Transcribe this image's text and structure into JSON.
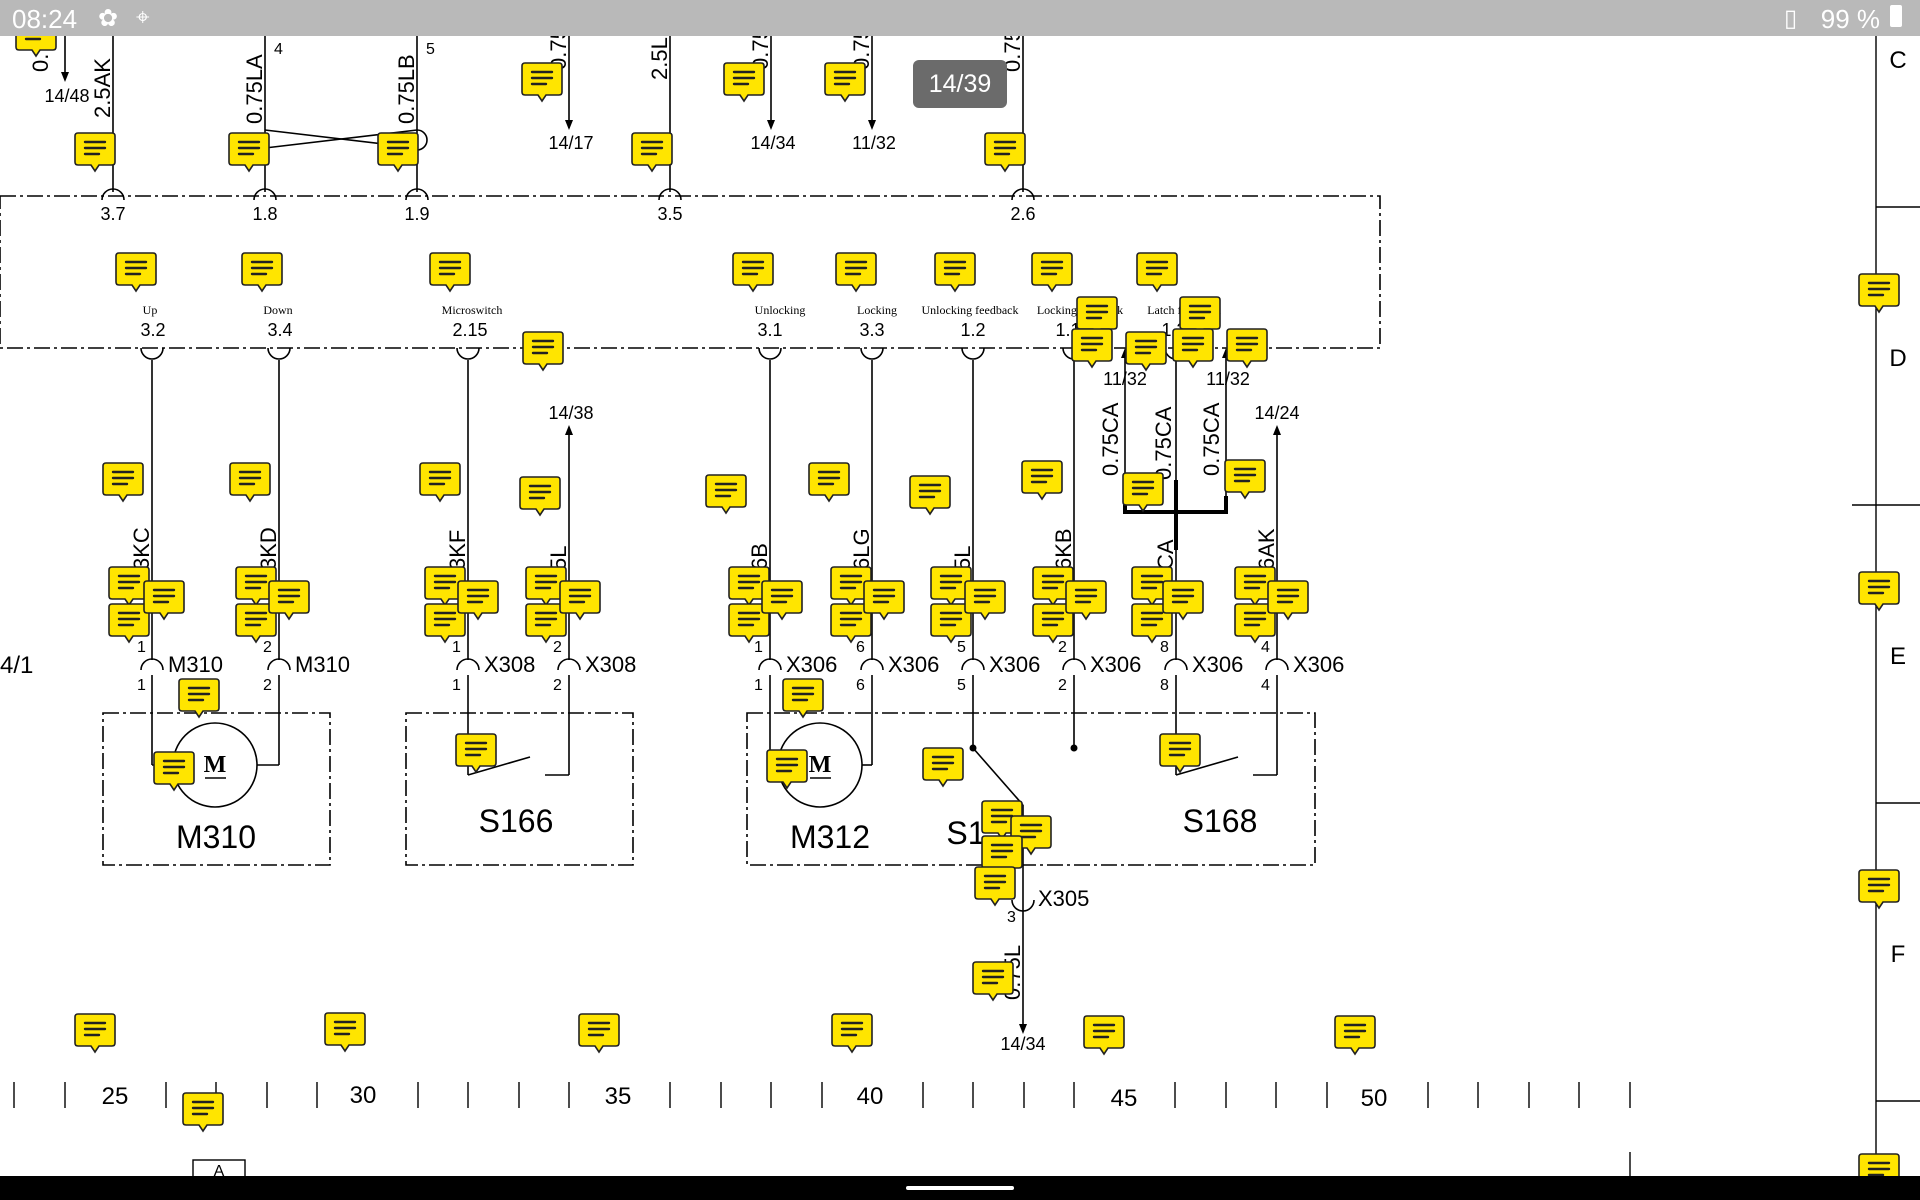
{
  "status_bar": {
    "time": "08:24",
    "battery": "99 %"
  },
  "page_indicator": "14/39",
  "wire_labels": [
    "2.5AK",
    "0.75LA",
    "0.75LB",
    "0.75",
    "2.5L",
    "0.75",
    "0.75",
    "0.75",
    "0.75CA",
    "0.75CA",
    "0.75CA",
    "3KC",
    "3KD",
    "3KF",
    "5L",
    "6B",
    "6LG",
    "5L",
    "6KB",
    "CA",
    "6AK",
    "0.75L",
    "0.7"
  ],
  "refs": [
    "14/48",
    "14/17",
    "14/34",
    "11/32",
    "11/32",
    "11/32",
    "14/38",
    "14/24",
    "14/34",
    "4/1"
  ],
  "connector_ids": [
    "3.7",
    "1.8",
    "1.9",
    "3.5",
    "2.6"
  ],
  "signals": [
    {
      "name": "Up",
      "id": "3.2"
    },
    {
      "name": "Down",
      "id": "3.4"
    },
    {
      "name": "Microswitch",
      "id": "2.15"
    },
    {
      "name": "Unlocking",
      "id": "3.1"
    },
    {
      "name": "Locking",
      "id": "3.3"
    },
    {
      "name": "Unlocking feedback",
      "id": "1.2"
    },
    {
      "name": "Locking feedback",
      "id": "1.1"
    },
    {
      "name": "Latch feedback",
      "id": "1.3"
    }
  ],
  "connectors": [
    {
      "name": "M310",
      "pin": "1"
    },
    {
      "name": "M310",
      "pin": "2"
    },
    {
      "name": "X308",
      "pin": "1"
    },
    {
      "name": "X308",
      "pin": "2"
    },
    {
      "name": "X306",
      "pin": "1"
    },
    {
      "name": "X306",
      "pin": "6"
    },
    {
      "name": "X306",
      "pin": "5"
    },
    {
      "name": "X306",
      "pin": "2"
    },
    {
      "name": "X306",
      "pin": "8"
    },
    {
      "name": "X306",
      "pin": "4"
    },
    {
      "name": "X305",
      "pin": "3"
    }
  ],
  "components": [
    "M310",
    "S166",
    "M312",
    "S1",
    "S168"
  ],
  "motor_symbol": "M",
  "top_pins": [
    "4",
    "5"
  ],
  "grid_numbers": [
    "25",
    "30",
    "35",
    "40",
    "45",
    "50"
  ],
  "row_letters": [
    "C",
    "D",
    "E",
    "F"
  ],
  "bottom_box": "A",
  "colors": {
    "note_fill": "#ffe500",
    "status_bar": "#b9b9b9",
    "indicator": "#6b6b6b"
  }
}
